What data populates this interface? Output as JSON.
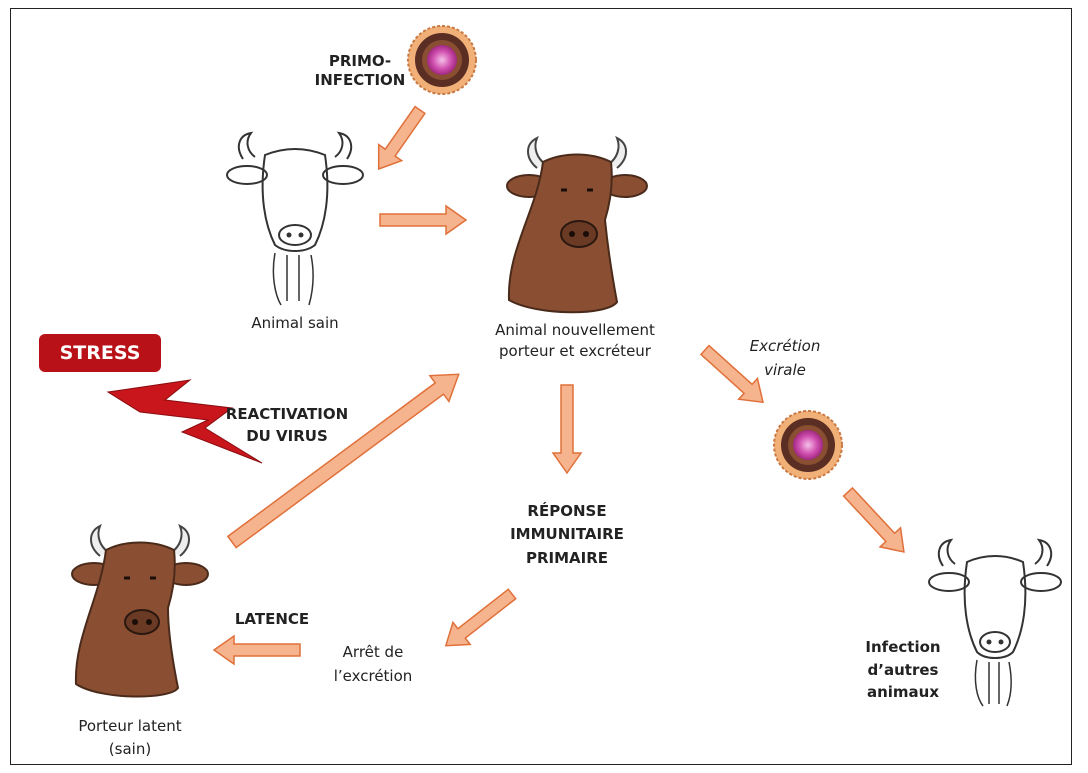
{
  "labels": {
    "primo_infection": "PRIMO-\nINFECTION",
    "animal_sain": "Animal sain",
    "animal_nouvellement": "Animal nouvellement\nporteur et excréteur",
    "excretion_virale": "Excrétion\nvirale",
    "stress": "STRESS",
    "reactivation": "REACTIVATION\nDU VIRUS",
    "reponse": "RÉPONSE\nIMMUNITAIRE\nPRIMAIRE",
    "latence": "LATENCE",
    "arret": "Arrêt de\nl’excrétion",
    "porteur_latent": "Porteur latent\n(sain)",
    "infection_autres": "Infection\nd’autres\nanimaux"
  },
  "colors": {
    "arrow_fill": "#f5b48e",
    "arrow_stroke": "#e0703a",
    "cow_brown": "#8a4f32",
    "cow_dark": "#4a2a1a",
    "stress_red": "#b81218",
    "lightning_red": "#c8161c",
    "virus_ring": "#e8a06a",
    "virus_core": "#d050b0"
  },
  "icons": [
    "virus-icon",
    "cow-outline-icon",
    "cow-brown-icon",
    "lightning-icon",
    "arrow-icon"
  ]
}
